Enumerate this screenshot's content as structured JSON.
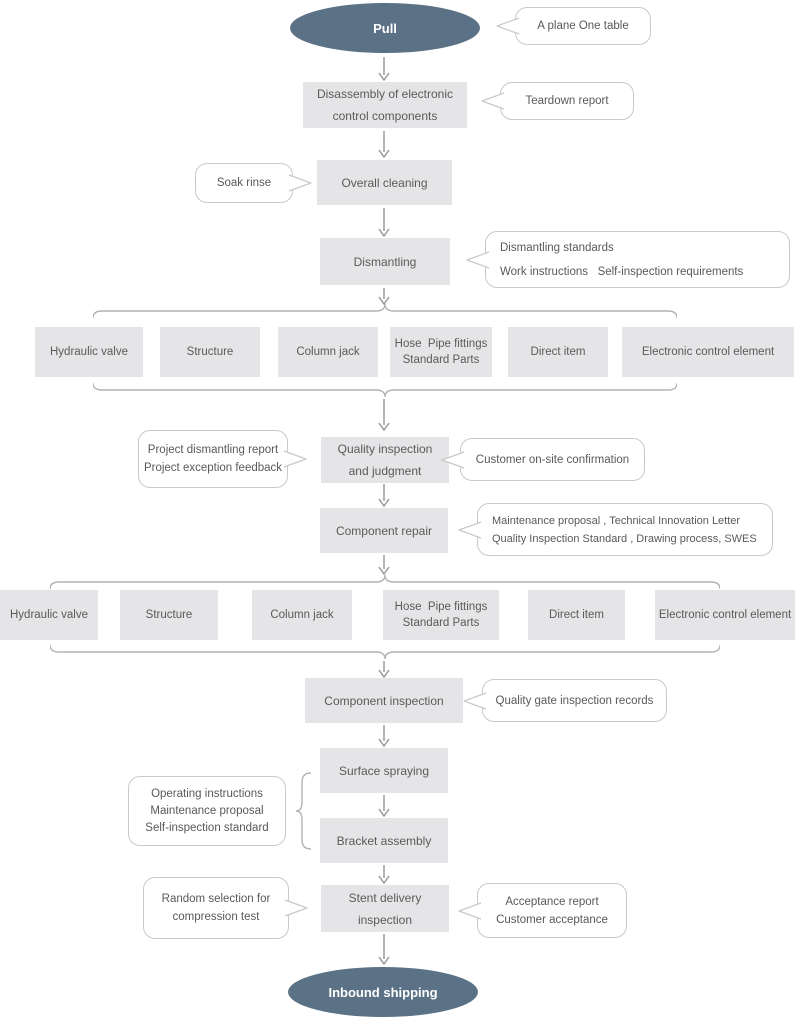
{
  "colors": {
    "terminal_fill": "#5b7286",
    "terminal_text": "#ffffff",
    "box_fill": "#e5e5e7",
    "box_text": "#5a5a5a",
    "callout_border": "#c9c9c9",
    "callout_text": "#595959",
    "connector": "#9a9a9a"
  },
  "nodes": {
    "pull": "Pull",
    "disassembly": {
      "l1": "Disassembly of electronic",
      "l2": "control components"
    },
    "overall_cleaning": "Overall cleaning",
    "dismantling": "Dismantling",
    "quality_inspection": {
      "l1": "Quality inspection",
      "l2": "and judgment"
    },
    "component_repair": "Component repair",
    "component_inspection": "Component inspection",
    "surface_spraying": "Surface spraying",
    "bracket_assembly": "Bracket assembly",
    "stent_delivery": {
      "l1": "Stent delivery",
      "l2": "inspection"
    },
    "inbound_shipping": "Inbound shipping"
  },
  "branch_rows": {
    "row1": [
      {
        "l1": "Hydraulic valve"
      },
      {
        "l1": "Structure"
      },
      {
        "l1": "Column jack"
      },
      {
        "l1": "Hose  Pipe fittings",
        "l2": "Standard Parts"
      },
      {
        "l1": "Direct item"
      },
      {
        "l1": "Electronic control element"
      }
    ],
    "row2": [
      {
        "l1": "Hydraulic valve"
      },
      {
        "l1": "Structure"
      },
      {
        "l1": "Column jack"
      },
      {
        "l1": "Hose  Pipe fittings",
        "l2": "Standard Parts"
      },
      {
        "l1": "Direct item"
      },
      {
        "l1": "Electronic control element"
      }
    ]
  },
  "callouts": {
    "plane_table": "A plane One table",
    "teardown_report": "Teardown report",
    "soak_rinse": "Soak rinse",
    "dismantling_standards": {
      "l1": "Dismantling standards",
      "l2": "Work instructions   Self-inspection requirements"
    },
    "project_feedback": {
      "l1": "Project dismantling report",
      "l2": "Project exception feedback"
    },
    "customer_onsite": "Customer on-site confirmation",
    "repair_docs": {
      "l1": "Maintenance proposal , Technical Innovation Letter",
      "l2": "Quality Inspection Standard , Drawing process, SWES"
    },
    "quality_gate": "Quality gate inspection records",
    "assembly_docs": {
      "l1": "Operating instructions",
      "l2": "Maintenance proposal",
      "l3": "Self-inspection standard"
    },
    "random_selection": {
      "l1": "Random selection for",
      "l2": "compression test"
    },
    "acceptance": {
      "l1": "Acceptance report",
      "l2": "Customer acceptance"
    }
  }
}
